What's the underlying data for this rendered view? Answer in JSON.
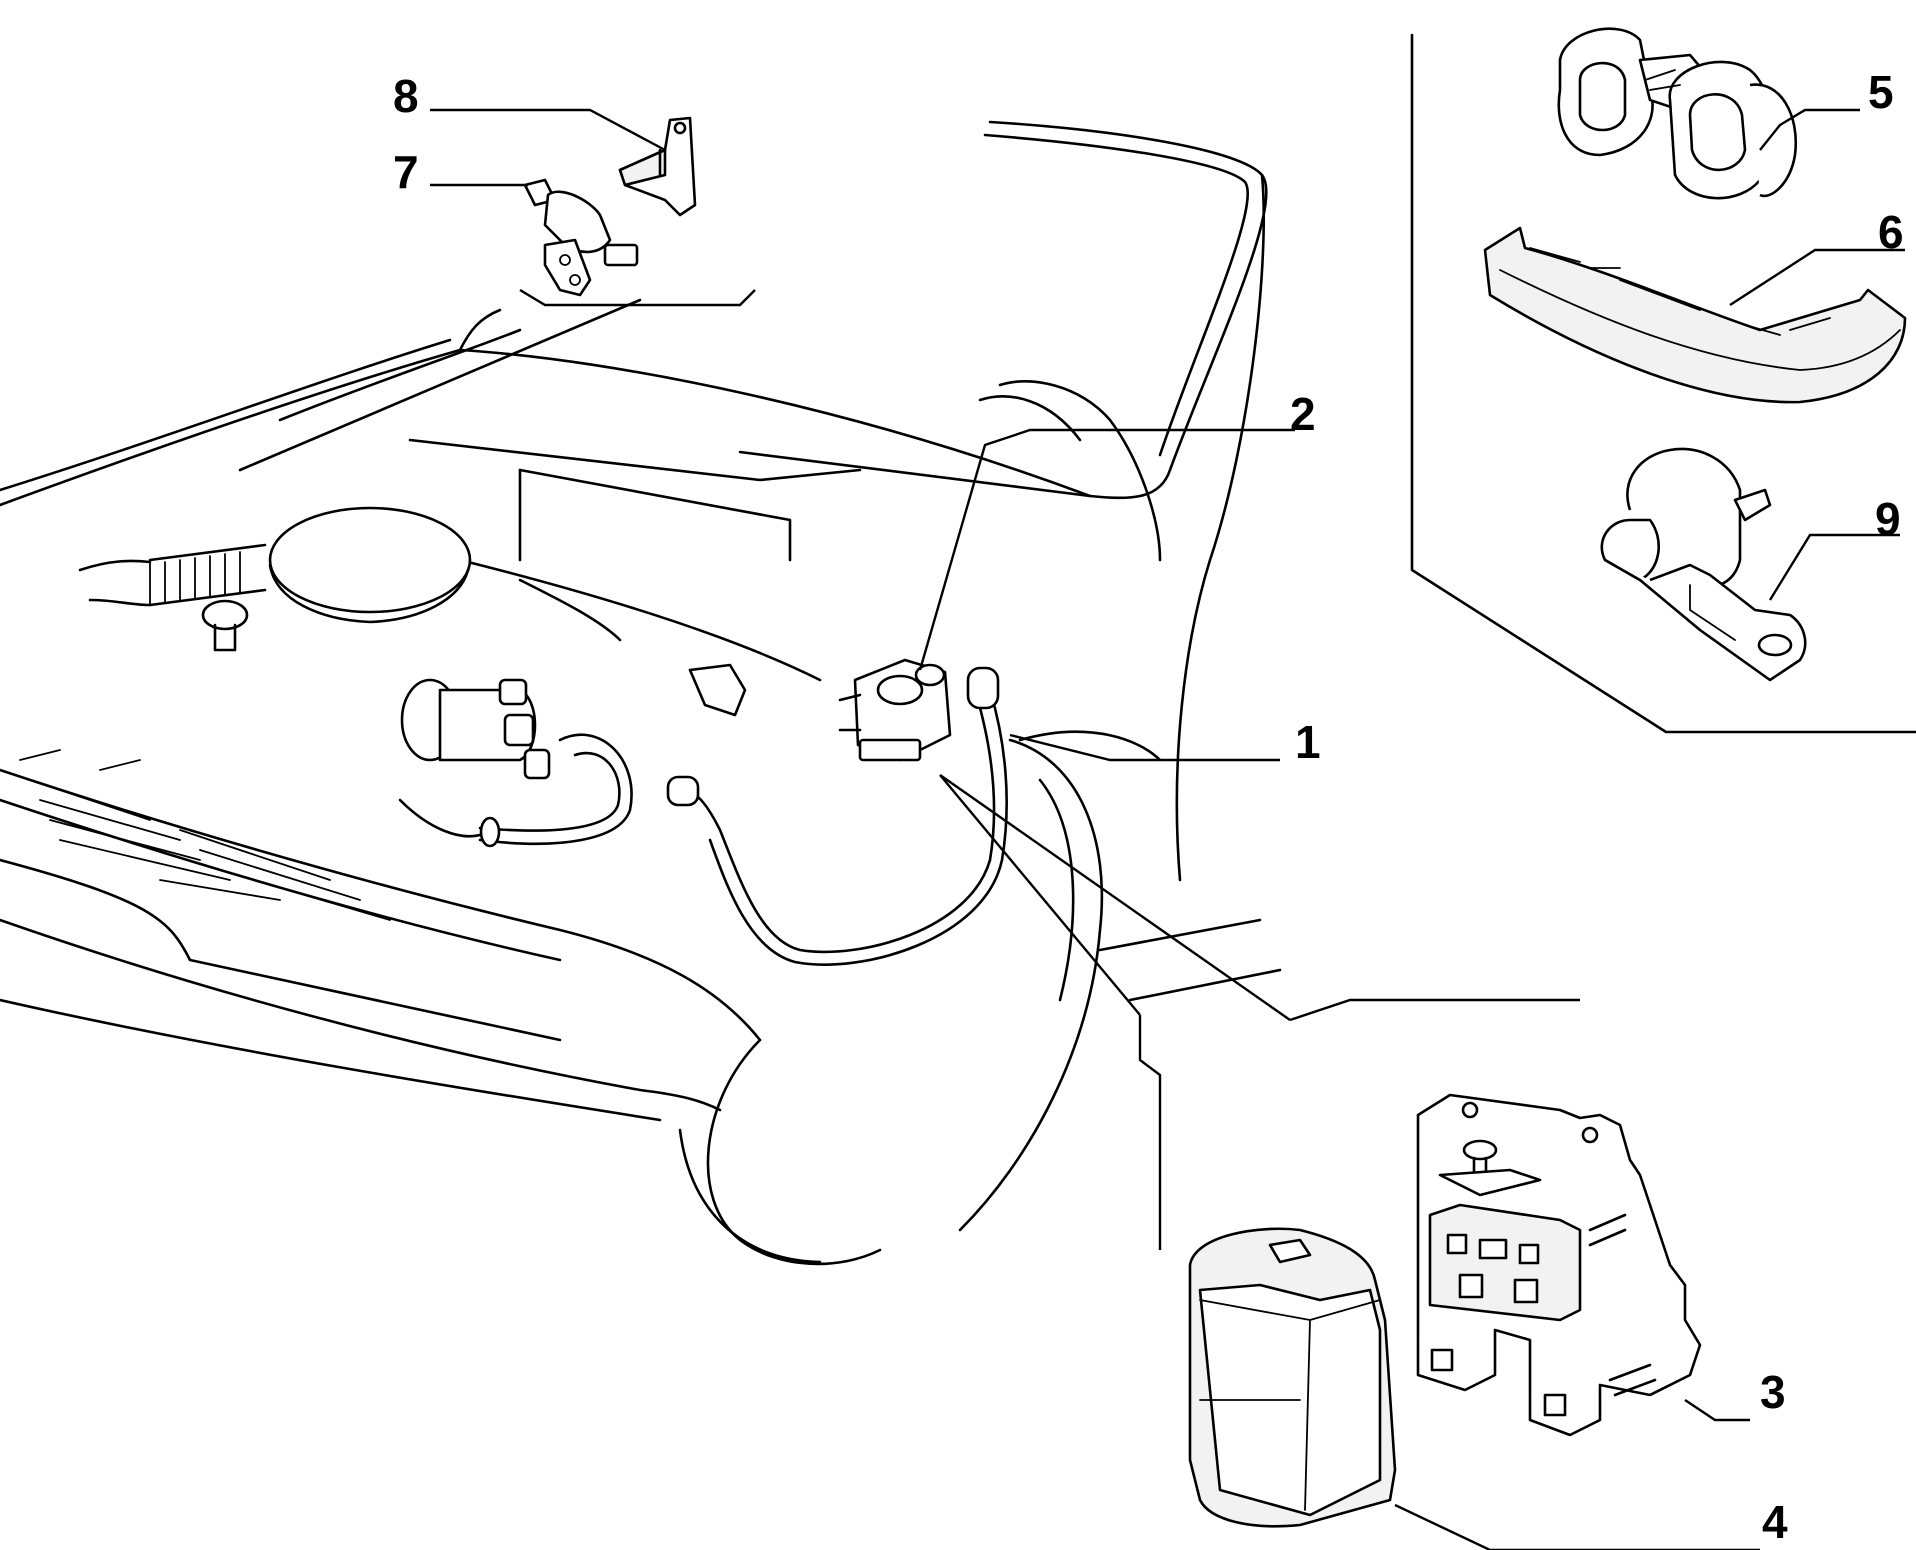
{
  "callouts": {
    "c1": "1",
    "c2": "2",
    "c3": "3",
    "c4": "4",
    "c5": "5",
    "c6": "6",
    "c7": "7",
    "c8": "8",
    "c9": "9"
  },
  "colors": {
    "ink": "#000000",
    "background": "#ffffff",
    "part_fill": "#f2f2f2"
  }
}
